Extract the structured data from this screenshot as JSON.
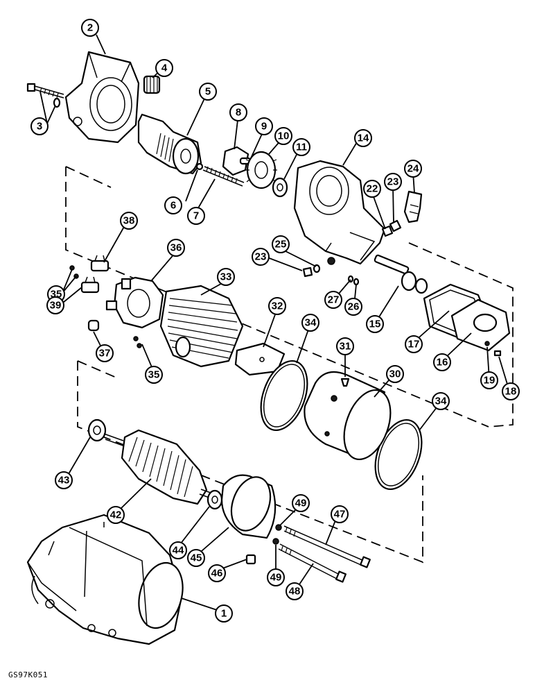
{
  "figure_code": "GS97K051",
  "callouts": [
    {
      "id": "c2",
      "label": "2"
    },
    {
      "id": "c4",
      "label": "4"
    },
    {
      "id": "c3",
      "label": "3"
    },
    {
      "id": "c5",
      "label": "5"
    },
    {
      "id": "c8",
      "label": "8"
    },
    {
      "id": "c9",
      "label": "9"
    },
    {
      "id": "c10",
      "label": "10"
    },
    {
      "id": "c11",
      "label": "11"
    },
    {
      "id": "c14",
      "label": "14"
    },
    {
      "id": "c6",
      "label": "6"
    },
    {
      "id": "c7",
      "label": "7"
    },
    {
      "id": "c22",
      "label": "22"
    },
    {
      "id": "c23a",
      "label": "23"
    },
    {
      "id": "c24",
      "label": "24"
    },
    {
      "id": "c38",
      "label": "38"
    },
    {
      "id": "c36",
      "label": "36"
    },
    {
      "id": "c25",
      "label": "25"
    },
    {
      "id": "c23b",
      "label": "23"
    },
    {
      "id": "c33",
      "label": "33"
    },
    {
      "id": "c35a",
      "label": "35"
    },
    {
      "id": "c39",
      "label": "39"
    },
    {
      "id": "c27",
      "label": "27"
    },
    {
      "id": "c26",
      "label": "26"
    },
    {
      "id": "c15",
      "label": "15"
    },
    {
      "id": "c32",
      "label": "32"
    },
    {
      "id": "c34a",
      "label": "34"
    },
    {
      "id": "c37",
      "label": "37"
    },
    {
      "id": "c17",
      "label": "17"
    },
    {
      "id": "c31",
      "label": "31"
    },
    {
      "id": "c16",
      "label": "16"
    },
    {
      "id": "c35b",
      "label": "35"
    },
    {
      "id": "c30",
      "label": "30"
    },
    {
      "id": "c19",
      "label": "19"
    },
    {
      "id": "c18",
      "label": "18"
    },
    {
      "id": "c34b",
      "label": "34"
    },
    {
      "id": "c43",
      "label": "43"
    },
    {
      "id": "c42",
      "label": "42"
    },
    {
      "id": "c49a",
      "label": "49"
    },
    {
      "id": "c47",
      "label": "47"
    },
    {
      "id": "c44",
      "label": "44"
    },
    {
      "id": "c45",
      "label": "45"
    },
    {
      "id": "c49b",
      "label": "49"
    },
    {
      "id": "c46",
      "label": "46"
    },
    {
      "id": "c48",
      "label": "48"
    },
    {
      "id": "c1",
      "label": "1"
    }
  ]
}
